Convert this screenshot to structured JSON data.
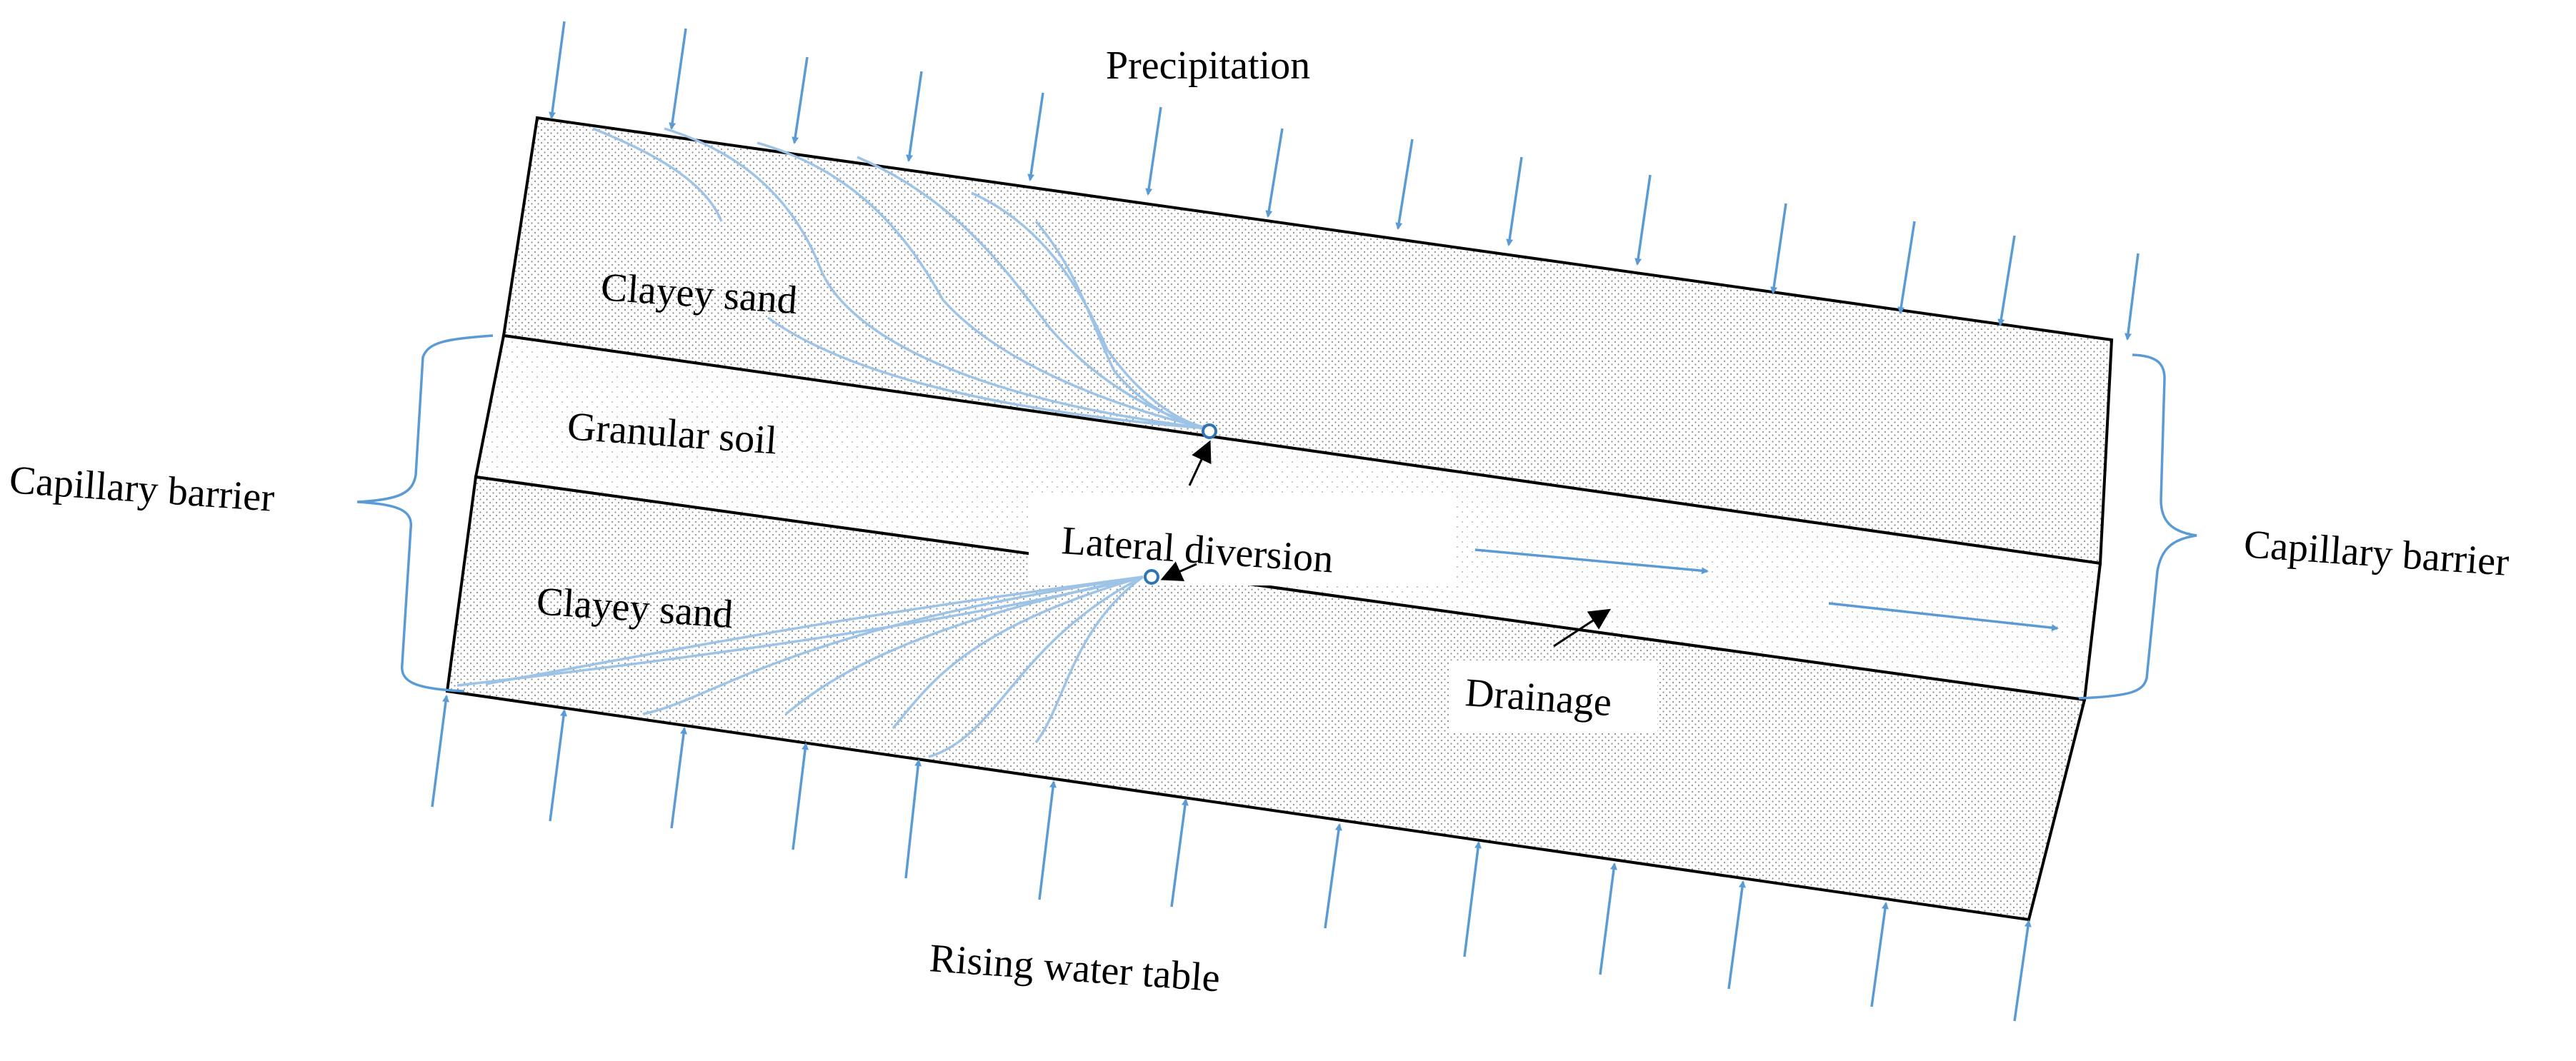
{
  "labels": {
    "top": "Precipitation",
    "bottom": "Rising water table",
    "layer_top": "Clayey sand",
    "layer_middle": "Granular soil",
    "layer_bottom": "Clayey sand",
    "barrier_left": "Capillary barrier",
    "barrier_right": "Capillary barrier",
    "lateral_diversion": "Lateral diversion",
    "drainage": "Drainage"
  },
  "colors": {
    "water_arrow": "#5b9bd5",
    "flow_line": "#9dc3e6",
    "layer_border": "#000000",
    "dense_stipple": "#8c8c8c",
    "sparse_stipple": "#b4b4b4"
  }
}
